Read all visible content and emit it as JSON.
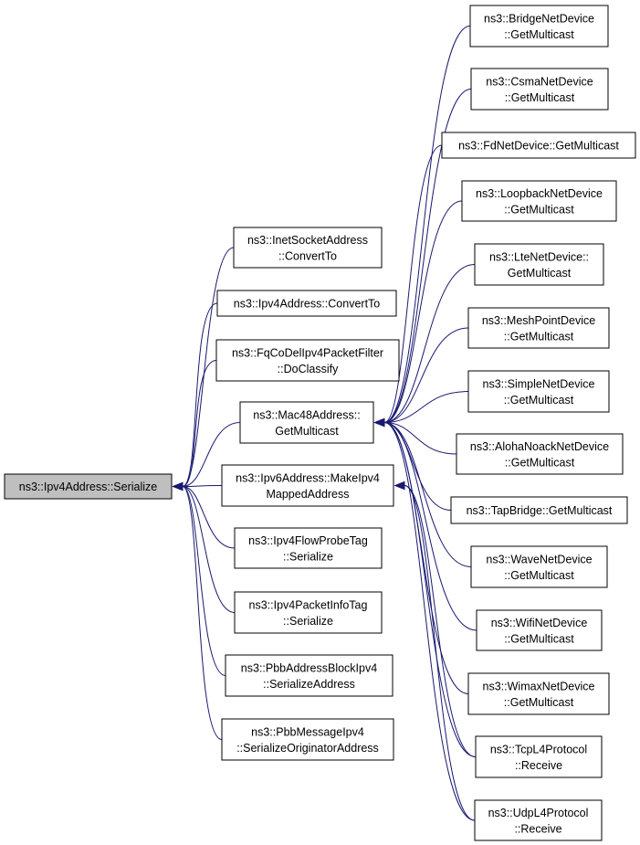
{
  "diagram": {
    "colors": {
      "edge": "#191970",
      "root_fill": "#bfbfbf",
      "node_fill": "#ffffff",
      "node_stroke": "#000000"
    },
    "nodes": {
      "root": [
        "ns3::Ipv4Address::Serialize"
      ],
      "inet": [
        "ns3::InetSocketAddress",
        "::ConvertTo"
      ],
      "ipv4conv": [
        "ns3::Ipv4Address::ConvertTo"
      ],
      "fqcodel": [
        "ns3::FqCoDelIpv4PacketFilter",
        "::DoClassify"
      ],
      "mac48": [
        "ns3::Mac48Address::",
        "GetMulticast"
      ],
      "ipv6": [
        "ns3::Ipv6Address::MakeIpv4",
        "MappedAddress"
      ],
      "flowprobe": [
        "ns3::Ipv4FlowProbeTag",
        "::Serialize"
      ],
      "pktinfo": [
        "ns3::Ipv4PacketInfoTag",
        "::Serialize"
      ],
      "pbbaddr": [
        "ns3::PbbAddressBlockIpv4",
        "::SerializeAddress"
      ],
      "pbbmsg": [
        "ns3::PbbMessageIpv4",
        "::SerializeOriginatorAddress"
      ],
      "bridge": [
        "ns3::BridgeNetDevice",
        "::GetMulticast"
      ],
      "csma": [
        "ns3::CsmaNetDevice",
        "::GetMulticast"
      ],
      "fd": [
        "ns3::FdNetDevice::GetMulticast"
      ],
      "loopback": [
        "ns3::LoopbackNetDevice",
        "::GetMulticast"
      ],
      "lte": [
        "ns3::LteNetDevice::",
        "GetMulticast"
      ],
      "meshpoint": [
        "ns3::MeshPointDevice",
        "::GetMulticast"
      ],
      "simple": [
        "ns3::SimpleNetDevice",
        "::GetMulticast"
      ],
      "aloha": [
        "ns3::AlohaNoackNetDevice",
        "::GetMulticast"
      ],
      "tapbridge": [
        "ns3::TapBridge::GetMulticast"
      ],
      "wave": [
        "ns3::WaveNetDevice",
        "::GetMulticast"
      ],
      "wifi": [
        "ns3::WifiNetDevice",
        "::GetMulticast"
      ],
      "wimax": [
        "ns3::WimaxNetDevice",
        "::GetMulticast"
      ],
      "tcp": [
        "ns3::TcpL4Protocol",
        "::Receive"
      ],
      "udp": [
        "ns3::UdpL4Protocol",
        "::Receive"
      ]
    },
    "edges": [
      [
        "inet",
        "root"
      ],
      [
        "ipv4conv",
        "root"
      ],
      [
        "fqcodel",
        "root"
      ],
      [
        "mac48",
        "root"
      ],
      [
        "ipv6",
        "root"
      ],
      [
        "flowprobe",
        "root"
      ],
      [
        "pktinfo",
        "root"
      ],
      [
        "pbbaddr",
        "root"
      ],
      [
        "pbbmsg",
        "root"
      ],
      [
        "bridge",
        "mac48"
      ],
      [
        "csma",
        "mac48"
      ],
      [
        "fd",
        "mac48"
      ],
      [
        "loopback",
        "mac48"
      ],
      [
        "lte",
        "mac48"
      ],
      [
        "meshpoint",
        "mac48"
      ],
      [
        "simple",
        "mac48"
      ],
      [
        "aloha",
        "mac48"
      ],
      [
        "tapbridge",
        "mac48"
      ],
      [
        "wave",
        "mac48"
      ],
      [
        "wifi",
        "mac48"
      ],
      [
        "wimax",
        "mac48"
      ],
      [
        "tcp",
        "mac48"
      ],
      [
        "udp",
        "mac48"
      ],
      [
        "tcp",
        "ipv6"
      ],
      [
        "udp",
        "ipv6"
      ]
    ]
  }
}
